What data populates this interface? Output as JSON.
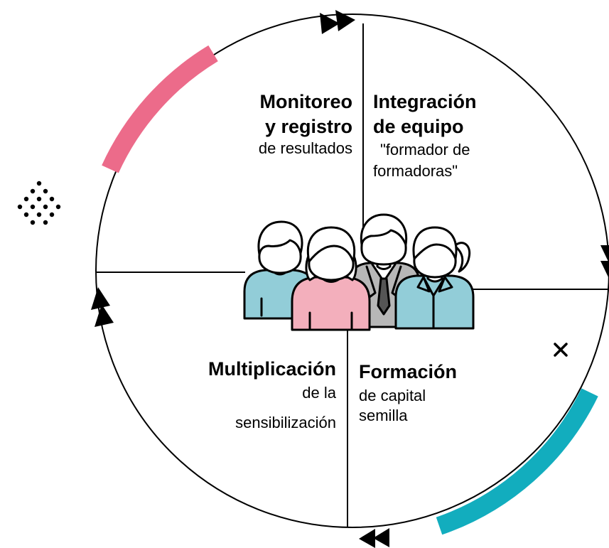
{
  "quadrants": {
    "top_left": {
      "line1": "Monitoreo",
      "line2": "y registro",
      "line3": "de resultados"
    },
    "top_right": {
      "line1": "Integración",
      "line2": "de equipo",
      "line3": "\"formador de",
      "line4": "formadoras\""
    },
    "bottom_left": {
      "line1": "Multiplicación",
      "line2": "de la",
      "line3": "sensibilización"
    },
    "bottom_right": {
      "line1": "Formación",
      "line2": "de capital",
      "line3": "semilla"
    }
  },
  "colors": {
    "pink_arc": "#EC6B8A",
    "teal_arc": "#12ADBE",
    "person_blue": "#92CDD8",
    "person_pink": "#F3AFBC",
    "person_suit": "#B7B7B7",
    "line": "#000000"
  },
  "icons": {
    "arrows": "double-arrowhead-icon",
    "people": "team-people-icon",
    "dots": "dot-grid-icon",
    "close": "close-icon"
  }
}
